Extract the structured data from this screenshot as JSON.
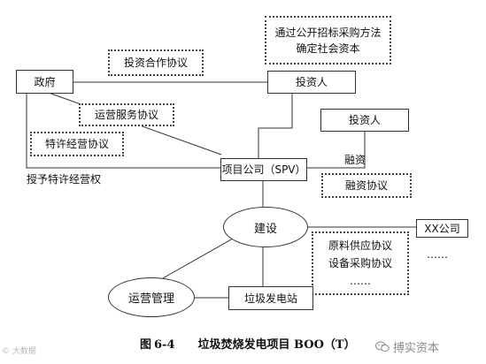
{
  "nodes": {
    "tender_method": [
      "通过公开招标采购方法",
      "确定社会资本"
    ],
    "investment_agreement": "投资合作协议",
    "government": "政府",
    "investor_top": "投资人",
    "operation_service_agreement": "运营服务协议",
    "investor_right": "投资人",
    "concession_agreement": "特许经营协议",
    "financing": "融资",
    "project_company": "项目公司（SPV）",
    "grant_concession": "授予特许经营权",
    "financing_agreement": "融资协议",
    "construction": "建设",
    "xx_company": "XX公司",
    "supply_agreements": [
      "原料供应协议",
      "设备采购协议",
      "……"
    ],
    "ellipsis_right": "……",
    "operation_management": "运营管理",
    "power_plant": "垃圾发电站"
  },
  "caption": {
    "figure_label": "图",
    "figure_number": "6-4",
    "title": "垃圾焚烧发电项目 BOO（T）"
  },
  "watermarks": {
    "left": "© 大数据",
    "right": "搏实资本"
  },
  "colors": {
    "line": "#333333",
    "text": "#111111",
    "watermark": "#8a8a8a"
  }
}
